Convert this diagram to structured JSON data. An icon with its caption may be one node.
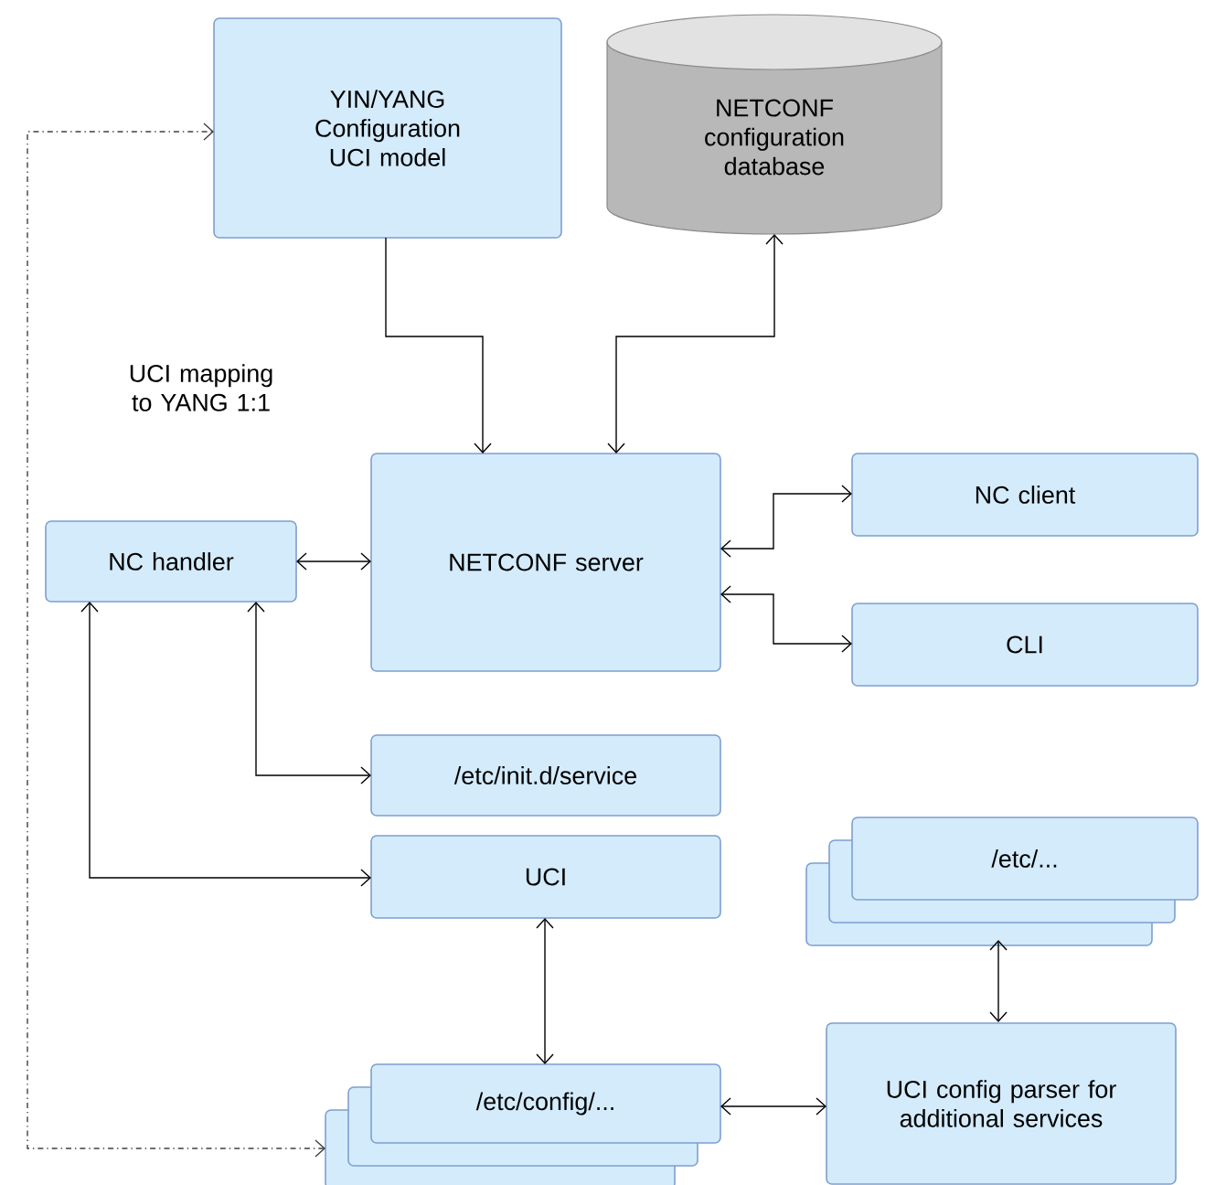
{
  "diagram": {
    "nodes": [
      {
        "text": [
          "YIN/YANG Configuration UCI model"
        ]
      },
      {
        "text": [
          "NETCONF configuration database"
        ]
      },
      {
        "text": [
          "NETCONF server"
        ]
      },
      {
        "text": [
          "NC handler"
        ]
      },
      {
        "text": [
          "NC client"
        ]
      },
      {
        "text": [
          "CLI"
        ]
      },
      {
        "text": [
          "/etc/init.d/service"
        ]
      },
      {
        "text": [
          "UCI"
        ]
      },
      {
        "text": [
          "/etc/config/..."
        ]
      },
      {
        "text": [
          "UCI config parser for additional services"
        ]
      },
      {
        "text": [
          "/etc/..."
        ]
      }
    ],
    "edges": [
      {
        "from": 0,
        "to": 2,
        "arrow": "to"
      },
      {
        "from": 2,
        "to": 1,
        "arrow": "both"
      },
      {
        "from": 2,
        "to": 3,
        "arrow": "both"
      },
      {
        "from": 2,
        "to": 4,
        "arrow": "both"
      },
      {
        "from": 2,
        "to": 5,
        "arrow": "both"
      },
      {
        "from": 3,
        "to": 6,
        "arrow": "both"
      },
      {
        "from": 3,
        "to": 7,
        "arrow": "both"
      },
      {
        "from": 7,
        "to": 8,
        "arrow": "both"
      },
      {
        "from": 8,
        "to": 9,
        "arrow": "both"
      },
      {
        "from": 10,
        "to": 9,
        "arrow": "both"
      },
      {
        "from": 8,
        "to": 0,
        "arrow": "both",
        "style": "dashed"
      }
    ],
    "labels": [
      "UCI mapping to YANG 1:1"
    ]
  }
}
